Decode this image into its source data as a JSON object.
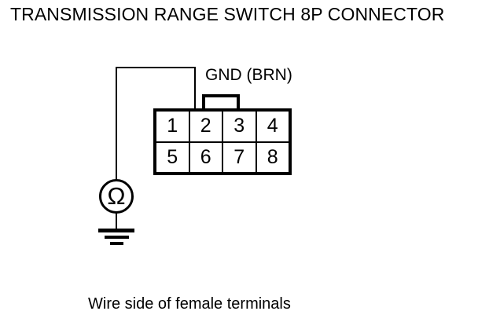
{
  "title": "TRANSMISSION RANGE SWITCH 8P CONNECTOR",
  "caption": "Wire side of female terminals",
  "wire_label": "GND (BRN)",
  "connector": {
    "pin_count": "8",
    "rows": [
      {
        "pins": [
          "1",
          "2",
          "3",
          "4"
        ]
      },
      {
        "pins": [
          "5",
          "6",
          "7",
          "8"
        ]
      }
    ]
  },
  "meter": {
    "symbol": "Ω",
    "type": "ohmmeter",
    "grounded": "true"
  },
  "colors": {
    "stroke": "#000000",
    "background": "#ffffff"
  }
}
